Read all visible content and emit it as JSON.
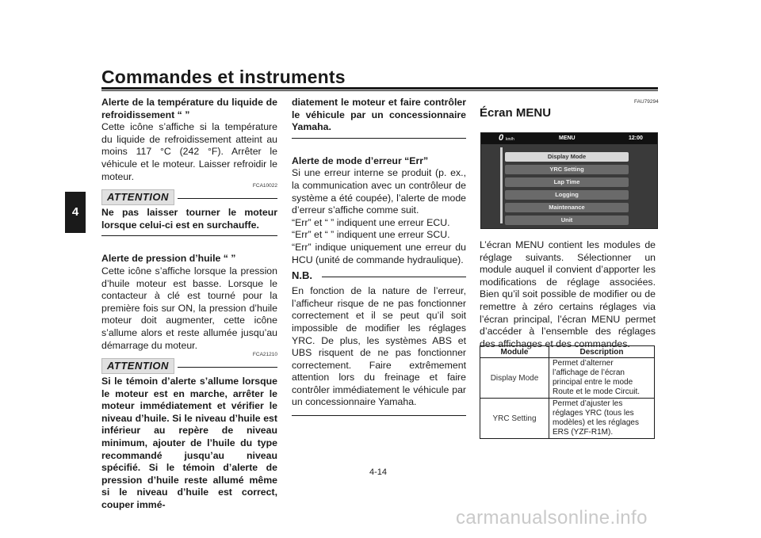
{
  "header": {
    "title": "Commandes et instruments",
    "chapter_tab": "4"
  },
  "col1": {
    "coolant_title": "Alerte de la température du liquide de refroidissement “ ”",
    "coolant_text": "Cette icône s’affiche si la température du liquide de refroidissement atteint au moins 117 °C (242 °F). Arrêter le véhicule et le moteur. Laisser refroidir le moteur.",
    "att1_code": "FCA10022",
    "att_label": "ATTENTION",
    "att1_text": "Ne pas laisser tourner le moteur lorsque celui-ci est en surchauffe.",
    "oil_title": "Alerte de pression d’huile “ ”",
    "oil_text": "Cette icône s’affiche lorsque la pression d’huile moteur est basse. Lorsque le contacteur à clé est tourné pour la première fois sur ON, la pression d’huile moteur doit augmenter, cette icône s’allume alors et reste allumée jusqu’au démarrage du moteur.",
    "att2_code": "FCA21210",
    "att2_text": "Si le témoin d’alerte s’allume lorsque le moteur est en marche, arrêter le moteur immédiatement et vérifier le niveau d’huile. Si le niveau d’huile est inférieur au repère de niveau minimum, ajouter de l’huile du type recommandé jusqu’au niveau spécifié. Si le témoin d’alerte de pression d’huile reste allumé même si le niveau d’huile est correct, couper immé-"
  },
  "col2": {
    "att2_cont": "diatement le moteur et faire contrôler le véhicule par un concessionnaire Yamaha.",
    "err_title": "Alerte de mode d’erreur “Err”",
    "err_text": "Si une erreur interne se produit (p. ex., la communication avec un contrôleur de système a été coupée), l’alerte de mode d’erreur s’affiche comme suit.",
    "err_line1": "“Err” et “ ” indiquent une erreur ECU.",
    "err_line2": "“Err” et “ ” indiquent une erreur SCU.",
    "err_line3": "“Err” indique uniquement une erreur du HCU (unité de commande hydraulique).",
    "nb_label": "N.B.",
    "nb_text": "En fonction de la nature de l’erreur, l’afficheur risque de ne pas fonctionner correctement et il se peut qu’il soit impossible de modifier les réglages YRC. De plus, les systèmes ABS et UBS risquent de ne pas fonctionner correctement. Faire extrêmement attention lors du freinage et faire contrôler immédiatement le véhicule par un concessionnaire Yamaha."
  },
  "col3": {
    "section_code": "FAU79294",
    "section_title": "Écran MENU",
    "screen": {
      "speed": "0",
      "unit": "km/h",
      "title": "MENU",
      "time": "12:00",
      "items": [
        "Display Mode",
        "YRC Setting",
        "Lap Time",
        "Logging",
        "Maintenance",
        "Unit"
      ]
    },
    "body": "L’écran MENU contient les modules de réglage suivants. Sélectionner un module auquel il convient d’apporter les modifications de réglage associées. Bien qu’il soit possible de modifier ou de remettre à zéro certains réglages via l’écran principal, l’écran MENU permet d’accéder à l’ensemble des réglages des affichages et des commandes.",
    "table": {
      "headers": [
        "Module",
        "Description"
      ],
      "rows": [
        {
          "module": "Display Mode",
          "description": "Permet d’alterner l’affichage de l’écran principal entre le mode Route et le mode Circuit."
        },
        {
          "module": "YRC Setting",
          "description": "Permet d’ajuster les réglages YRC (tous les modèles) et les réglages ERS (YZF-R1M)."
        }
      ]
    }
  },
  "footer": {
    "page_number": "4-14",
    "watermark": "carmanualsonline.info"
  }
}
